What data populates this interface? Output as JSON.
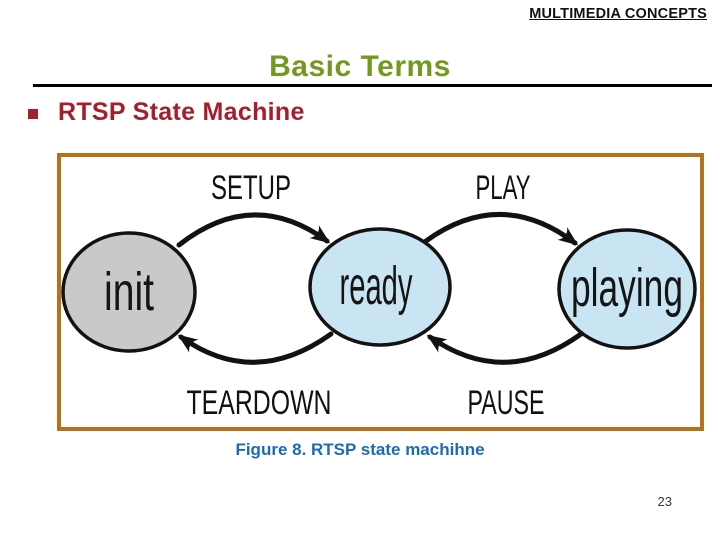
{
  "header": {
    "course_title": "MULTIMEDIA CONCEPTS"
  },
  "slide": {
    "title": "Basic Terms",
    "bullet_item": "RTSP State Machine",
    "page_number": "23"
  },
  "figure": {
    "caption": "Figure 8. RTSP state machihne",
    "diagram": {
      "type": "state-machine",
      "states": [
        {
          "id": "init",
          "label": "init",
          "fill": "#c9c9c9"
        },
        {
          "id": "ready",
          "label": "ready",
          "fill": "#c9e5f4"
        },
        {
          "id": "playing",
          "label": "playing",
          "fill": "#c9e5f4"
        }
      ],
      "transitions": [
        {
          "label": "SETUP",
          "from": "init",
          "to": "ready",
          "direction": "forward"
        },
        {
          "label": "PLAY",
          "from": "ready",
          "to": "playing",
          "direction": "forward"
        },
        {
          "label": "TEARDOWN",
          "from": "ready",
          "to": "init",
          "direction": "backward"
        },
        {
          "label": "PAUSE",
          "from": "playing",
          "to": "ready",
          "direction": "backward"
        }
      ]
    }
  },
  "colors": {
    "title_green": "#719a1f",
    "bullet_red": "#a41e2c",
    "caption_blue": "#1b6cb5",
    "frame_orange": "#b5721c",
    "state_gray": "#c9c9c9",
    "state_blue": "#c9e5f4",
    "line_black": "#121212"
  }
}
